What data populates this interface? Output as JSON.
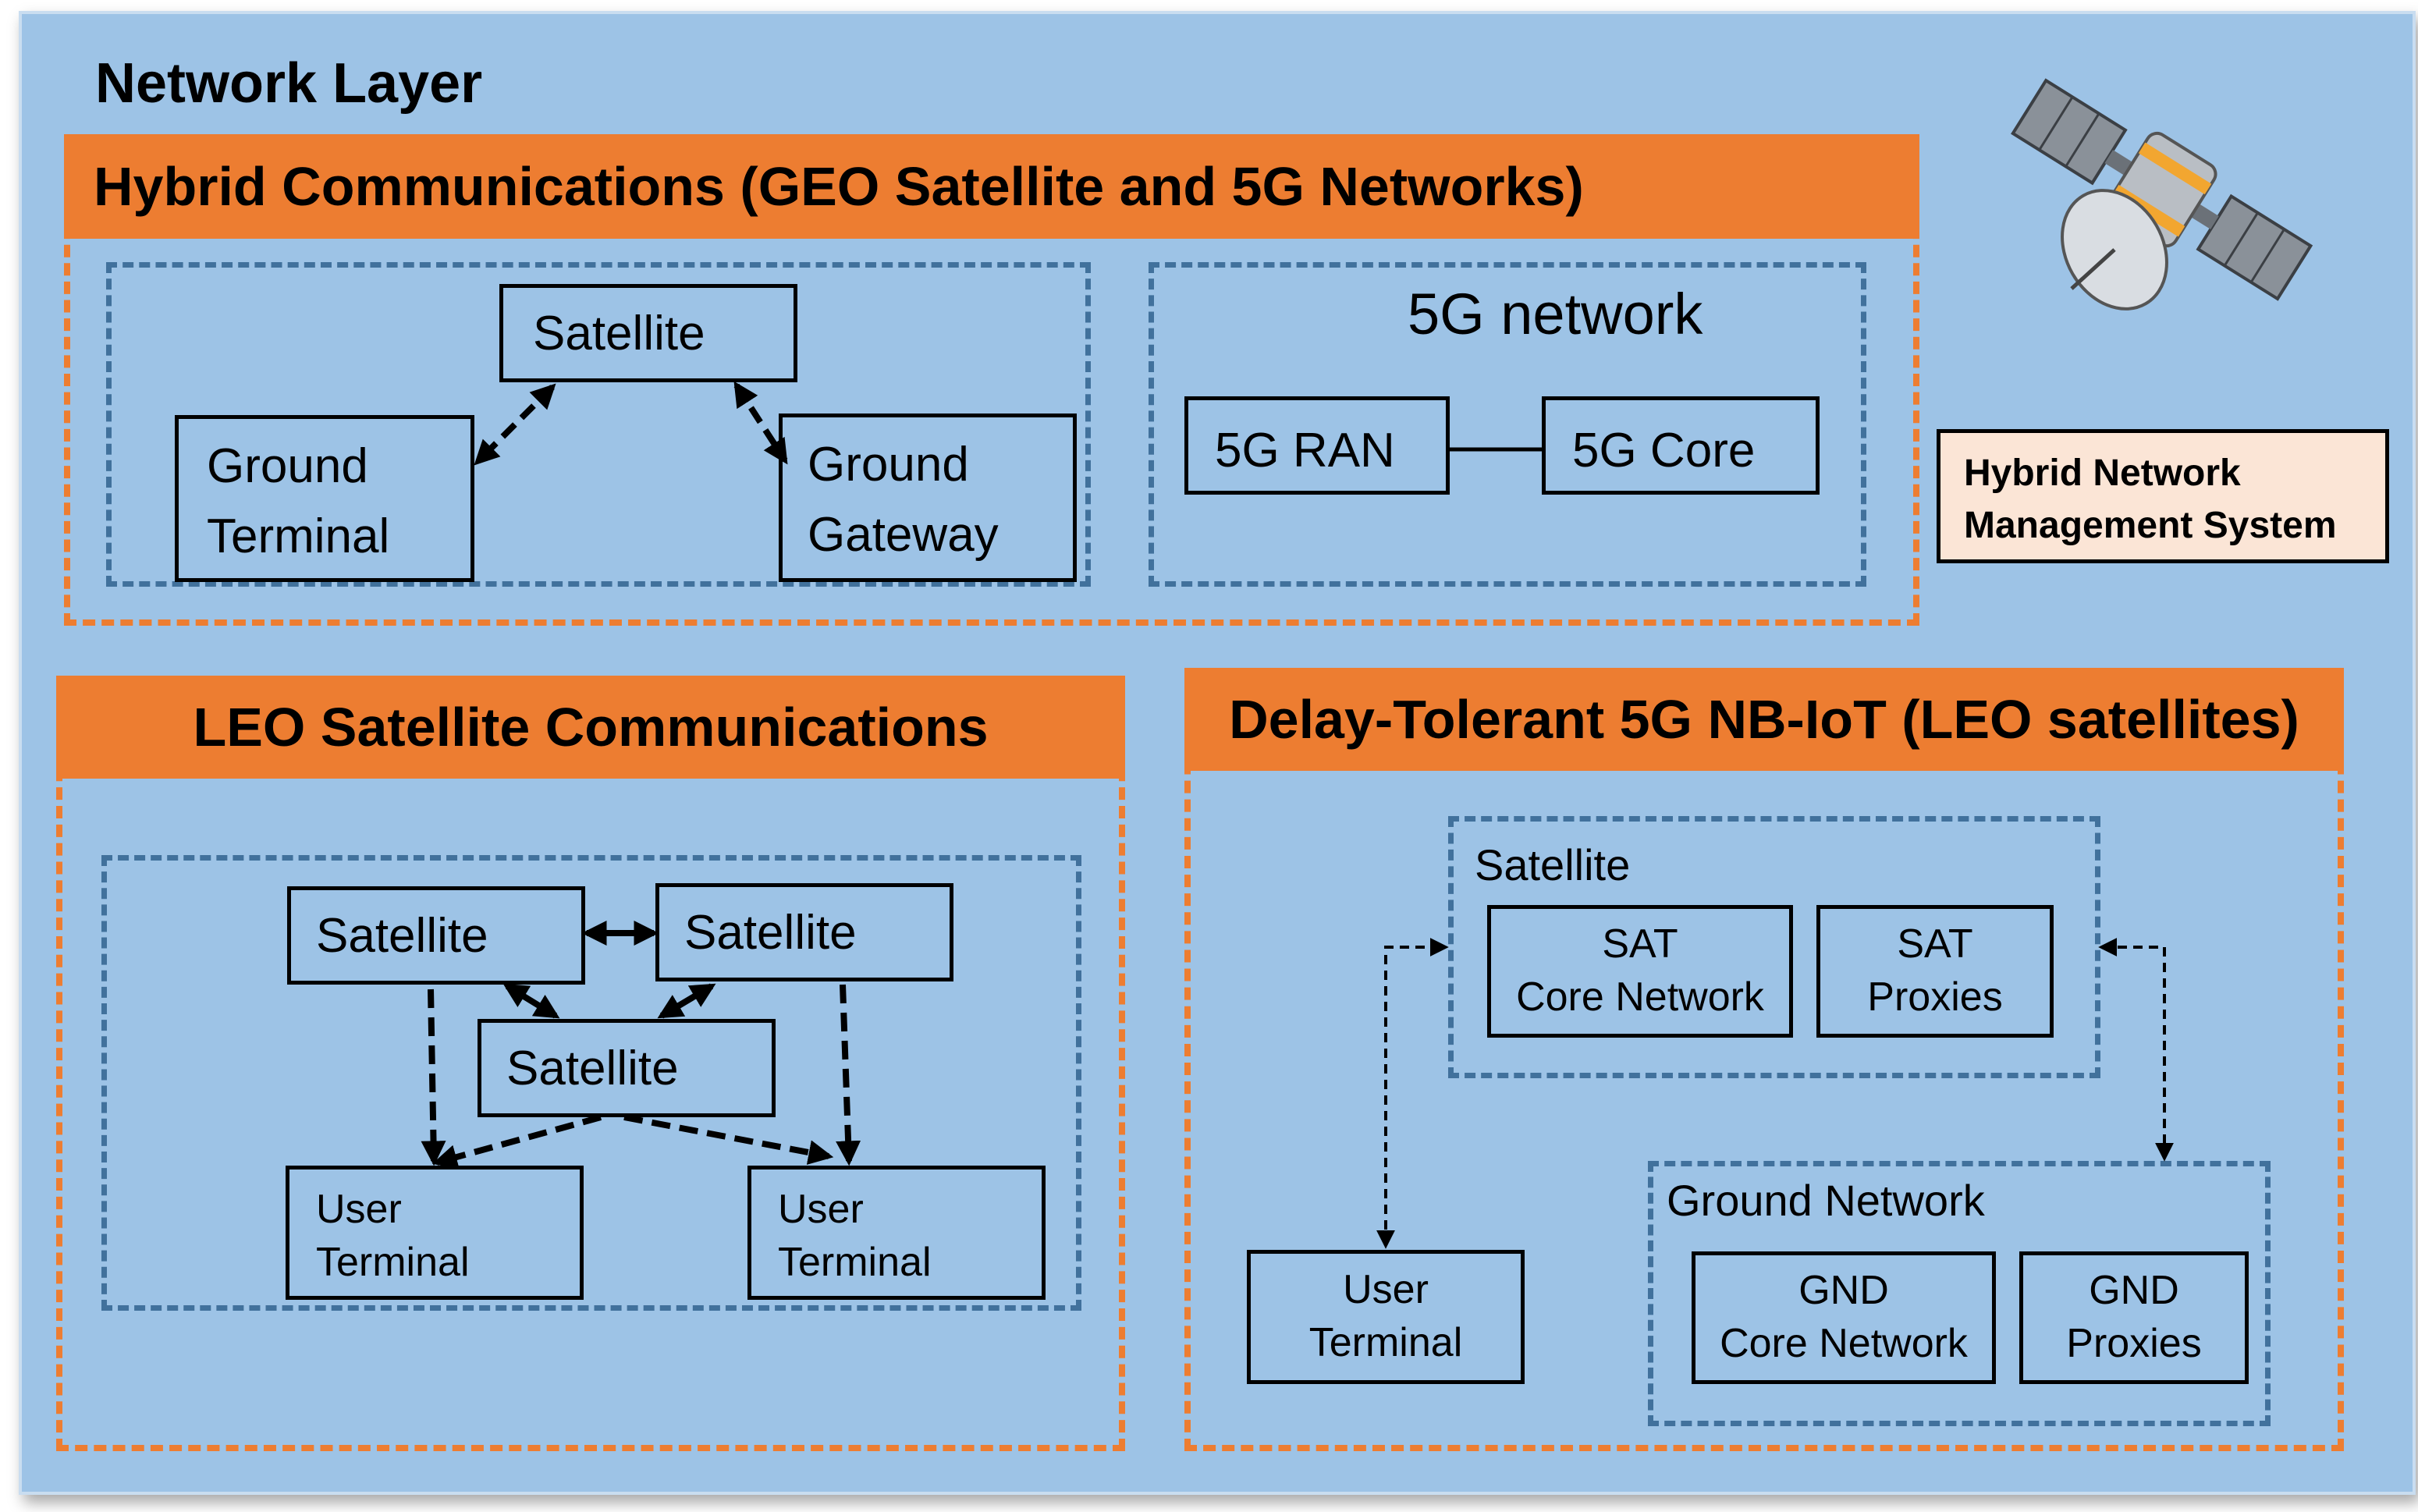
{
  "title": "Network Layer",
  "hybrid": {
    "header": "Hybrid Communications (GEO Satellite and 5G Networks)",
    "geo": {
      "satellite": "Satellite",
      "ground_terminal": [
        "Ground",
        "Terminal"
      ],
      "ground_gateway": [
        "Ground",
        "Gateway"
      ]
    },
    "fiveg": {
      "title": "5G network",
      "ran": "5G RAN",
      "core": "5G Core"
    }
  },
  "hnms": [
    "Hybrid Network",
    "Management System"
  ],
  "leo": {
    "header": "LEO Satellite Communications",
    "satellite_1": "Satellite",
    "satellite_2": "Satellite",
    "satellite_3": "Satellite",
    "user_terminal_1": [
      "User",
      "Terminal"
    ],
    "user_terminal_2": [
      "User",
      "Terminal"
    ]
  },
  "dtn": {
    "header": "Delay-Tolerant 5G NB-IoT (LEO satellites)",
    "satellite_group": "Satellite",
    "sat_core": [
      "SAT",
      "Core Network"
    ],
    "sat_proxies": [
      "SAT",
      "Proxies"
    ],
    "ground_group": "Ground Network",
    "gnd_core": [
      "GND",
      "Core Network"
    ],
    "gnd_proxies": [
      "GND",
      "Proxies"
    ],
    "user_terminal": [
      "User",
      "Terminal"
    ]
  },
  "colors": {
    "background": "#9dc3e6",
    "section_orange": "#ed7d31",
    "dashed_blue": "#41719c",
    "hnms_fill": "#fbe5d6"
  },
  "icons": [
    "satellite-icon"
  ]
}
